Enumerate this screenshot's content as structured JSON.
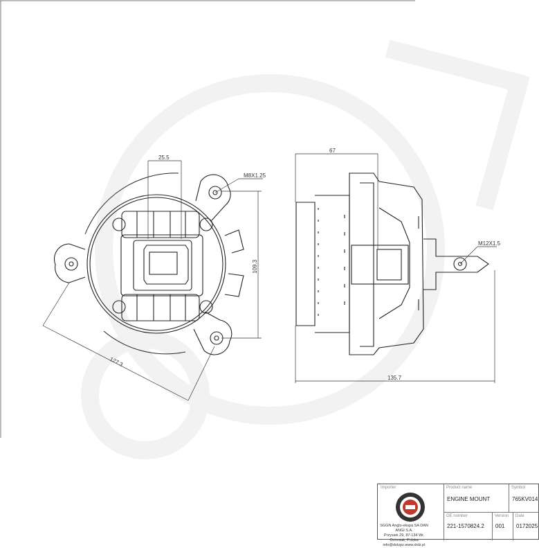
{
  "dimensions": {
    "width_top": "25.5",
    "thread_top": "M8X1.25",
    "height_vertical": "109.3",
    "diagonal": "127.3",
    "side_width": "67",
    "thread_side": "M12X1.5",
    "total_length": "135.7"
  },
  "title_block": {
    "producer_label": "Importer",
    "producer_address": [
      "SGGN Anglo-ekspa SA DAN ANGI S.A.",
      "Przysiek 29, 87-134 Wr. Ochmiak, Polska",
      "info@dolzpz.www.dolz.pl"
    ],
    "product_label": "Product name",
    "product_name": "ENGINE MOUNT",
    "symbol_label": "Symbol",
    "symbol": "765KV014",
    "oe_label": "OE number",
    "oe_number": "221-1570824.2",
    "version_label": "Version",
    "version": "001",
    "date_label": "Date",
    "date": "0172025"
  }
}
